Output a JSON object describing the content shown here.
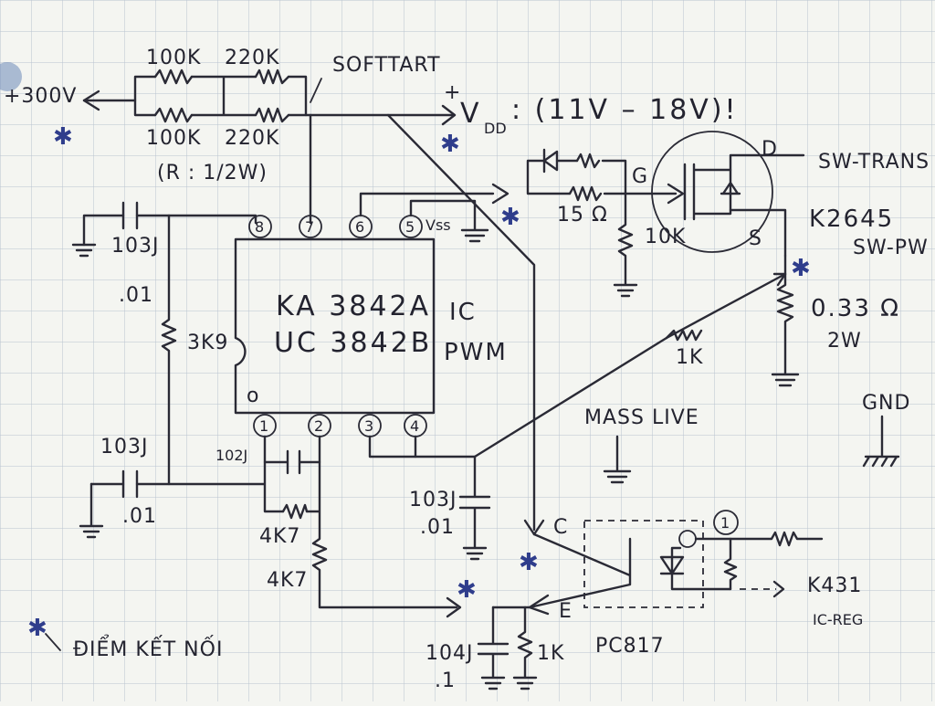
{
  "labels": {
    "hv_in": "+300V",
    "r1": "100K",
    "r2": "220K",
    "r3": "100K",
    "r4": "220K",
    "r_power": "(R : 1/2W)",
    "softstart": "SOFTTART",
    "vdd": "V",
    "vdd_sub": "DD",
    "vdd_range": ": (11V – 18V)!",
    "plus": "+",
    "gate": "G",
    "drain": "D",
    "source": "S",
    "sw_trans": "SW-TRANS",
    "mosfet": "K2645",
    "sw_pw": "SW-PW",
    "r_gate": "15 Ω",
    "r_gate_pd": "10K",
    "r_sense": "0.33 Ω",
    "r_sense_power": "2W",
    "r_1k_cs": "1K",
    "gnd": "GND",
    "mass_live": "MASS LIVE",
    "ic_line1": "KA 3842A",
    "ic_line2": "UC 3842B",
    "ic_type1": "IC",
    "ic_type2": "PWM",
    "vss": "Vss",
    "c_103j_top": "103J",
    "c_01_top": ".01",
    "r_3k9": "3K9",
    "c_103j_left": "103J",
    "c_01_left": ".01",
    "c_102j": "102J",
    "r_4k7_a": "4K7",
    "r_4k7_b": "4K7",
    "c_103j_pin4": "103J",
    "c_01_pin4": ".01",
    "collector": "C",
    "emitter": "E",
    "opto": "PC817",
    "c_104j": "104J",
    "c_1": ".1",
    "r_1k_e": "1K",
    "regulator": "K431",
    "regulator_type": "IC-REG",
    "regulator_pin": "1",
    "legend": "ĐIỂM KẾT NỐI",
    "o_mark": "o"
  },
  "pins": [
    "1",
    "2",
    "3",
    "4",
    "5",
    "6",
    "7",
    "8"
  ],
  "connection_marker": "✱",
  "colors": {
    "ink": "#2a2a35",
    "marker": "#2f3d8c",
    "paper": "#f4f5f1",
    "grid": "#b9c2cf"
  }
}
